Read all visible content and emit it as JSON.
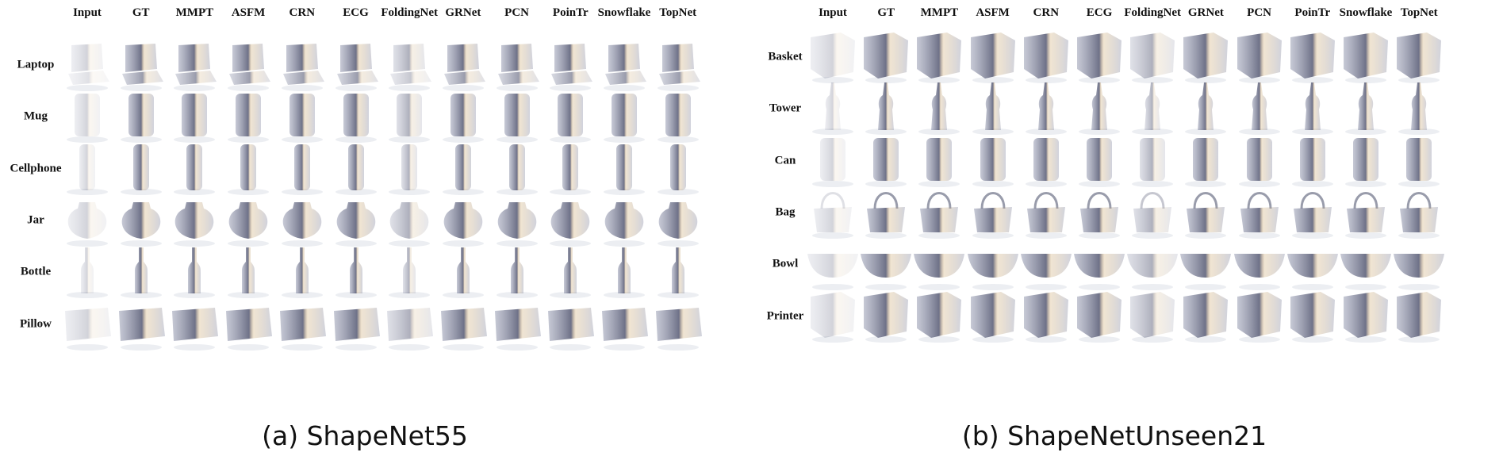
{
  "panels": [
    {
      "id": "a",
      "caption": "(a) ShapeNet55",
      "columns": [
        "Input",
        "GT",
        "MMPT",
        "ASFM",
        "CRN",
        "ECG",
        "FoldingNet",
        "GRNet",
        "PCN",
        "PoinTr",
        "Snowflake",
        "TopNet"
      ],
      "rows": [
        "Laptop",
        "Mug",
        "Cellphone",
        "Jar",
        "Bottle",
        "Pillow"
      ]
    },
    {
      "id": "b",
      "caption": "(b) ShapeNetUnseen21",
      "columns": [
        "Input",
        "GT",
        "MMPT",
        "ASFM",
        "CRN",
        "ECG",
        "FoldingNet",
        "GRNet",
        "PCN",
        "PoinTr",
        "Snowflake",
        "TopNet"
      ],
      "rows": [
        "Basket",
        "Tower",
        "Can",
        "Bag",
        "Bowl",
        "Printer"
      ]
    }
  ],
  "colors": {
    "point_dark": "#4a4e6a",
    "point_mid": "#8a8fa8",
    "point_red": "#9a4a4a",
    "shadow": "#eceef2"
  }
}
